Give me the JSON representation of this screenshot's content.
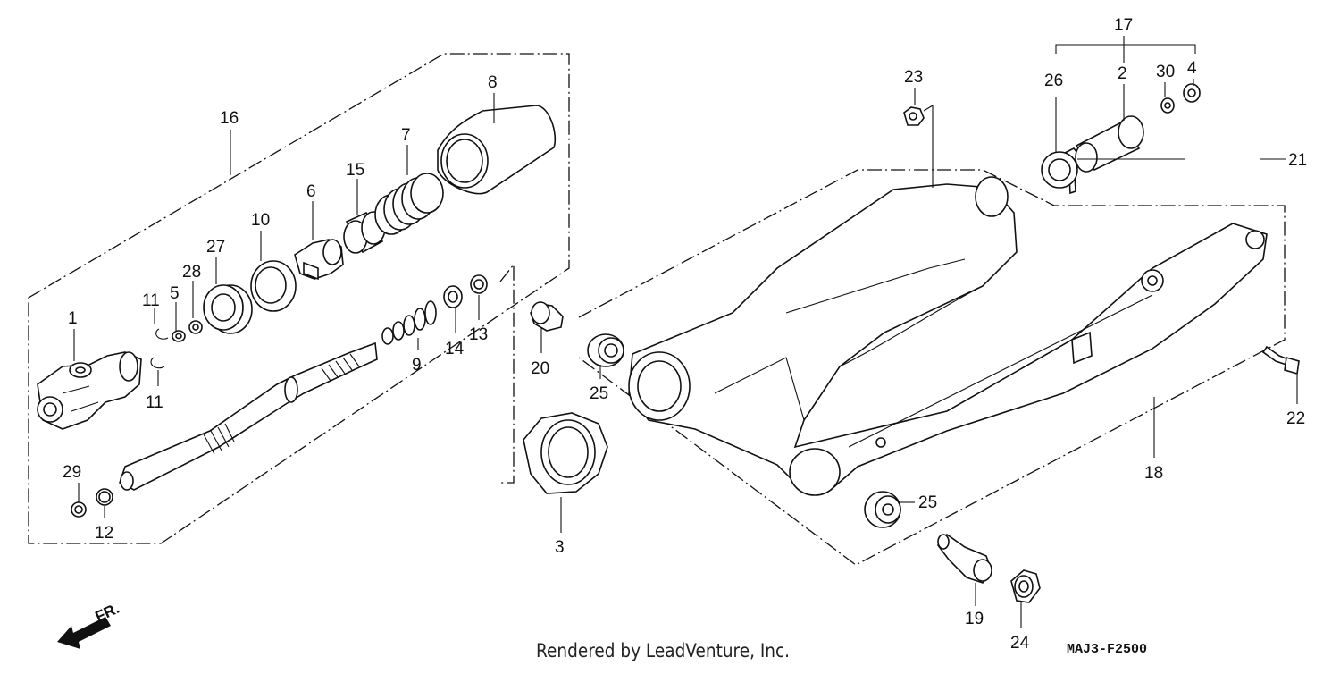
{
  "diagram": {
    "callouts": {
      "p1": "1",
      "p2": "2",
      "p3": "3",
      "p4": "4",
      "p5": "5",
      "p6": "6",
      "p7": "7",
      "p8": "8",
      "p9": "9",
      "p10": "10",
      "p11a": "11",
      "p11b": "11",
      "p12": "12",
      "p13": "13",
      "p14": "14",
      "p15": "15",
      "p16": "16",
      "p17": "17",
      "p18": "18",
      "p19": "19",
      "p20": "20",
      "p21": "21",
      "p22": "22",
      "p23": "23",
      "p24": "24",
      "p25a": "25",
      "p25b": "25",
      "p26": "26",
      "p27": "27",
      "p28": "28",
      "p29": "29",
      "p30": "30"
    },
    "front_indicator": "FR.",
    "rendered_by": "Rendered by LeadVenture, Inc.",
    "diagram_code": "MAJ3-F2500"
  }
}
